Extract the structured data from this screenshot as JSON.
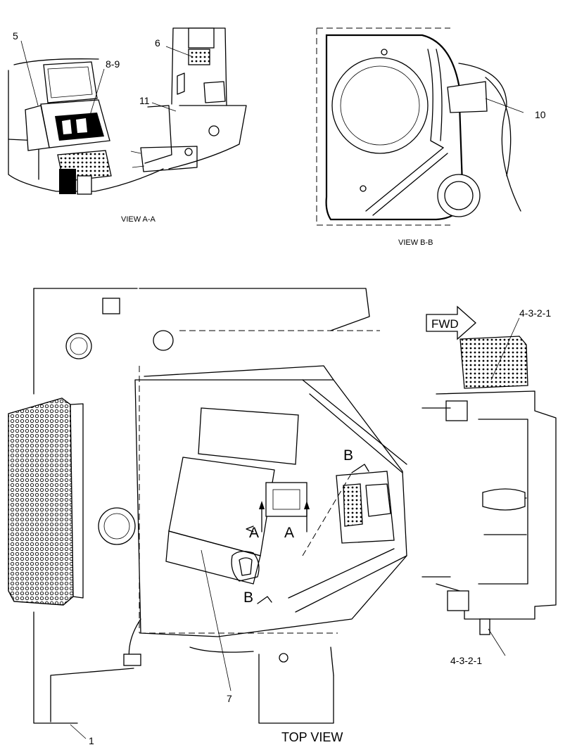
{
  "callouts": {
    "c5": "5",
    "c8_9": "8-9",
    "c6": "6",
    "c11": "11",
    "c10": "10",
    "c4321_top": "4-3-2-1",
    "c4321_bottom": "4-3-2-1",
    "c7": "7",
    "c1": "1"
  },
  "view_titles": {
    "view_a": "VIEW A-A",
    "view_b": "VIEW B-B",
    "top": "TOP VIEW"
  },
  "section_markers": {
    "a_left": "A",
    "a_right": "A",
    "b_top": "B",
    "b_bottom": "B"
  },
  "direction": {
    "label": "FWD"
  }
}
